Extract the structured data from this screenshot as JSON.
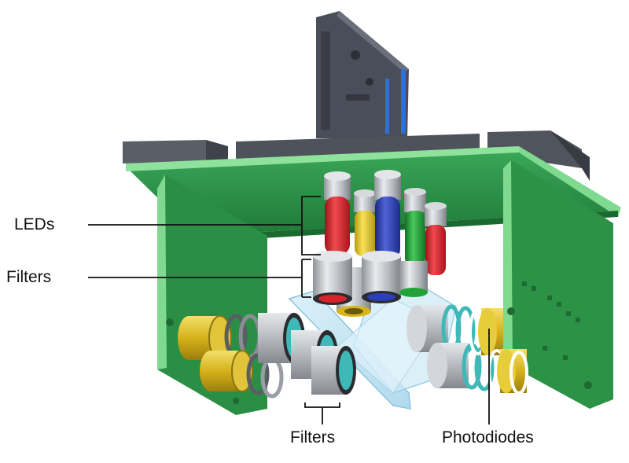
{
  "labels": {
    "leds": "LEDs",
    "filters_left": "Filters",
    "filters_bottom": "Filters",
    "photodiodes": "Photodiodes"
  },
  "colors": {
    "board_green": "#2f9a4a",
    "board_edge": "#7fd98e",
    "connector_dark": "#3d4048",
    "metal_gray": "#b8bcc2",
    "led_red": "#d8232a",
    "led_yellow": "#e8c91a",
    "led_blue": "#2b3fb8",
    "led_green": "#22a33a",
    "filter_cyan": "#3fb9b8",
    "prism_glass": "#bfe3f2",
    "photodiode_gold": "#d9b418"
  }
}
